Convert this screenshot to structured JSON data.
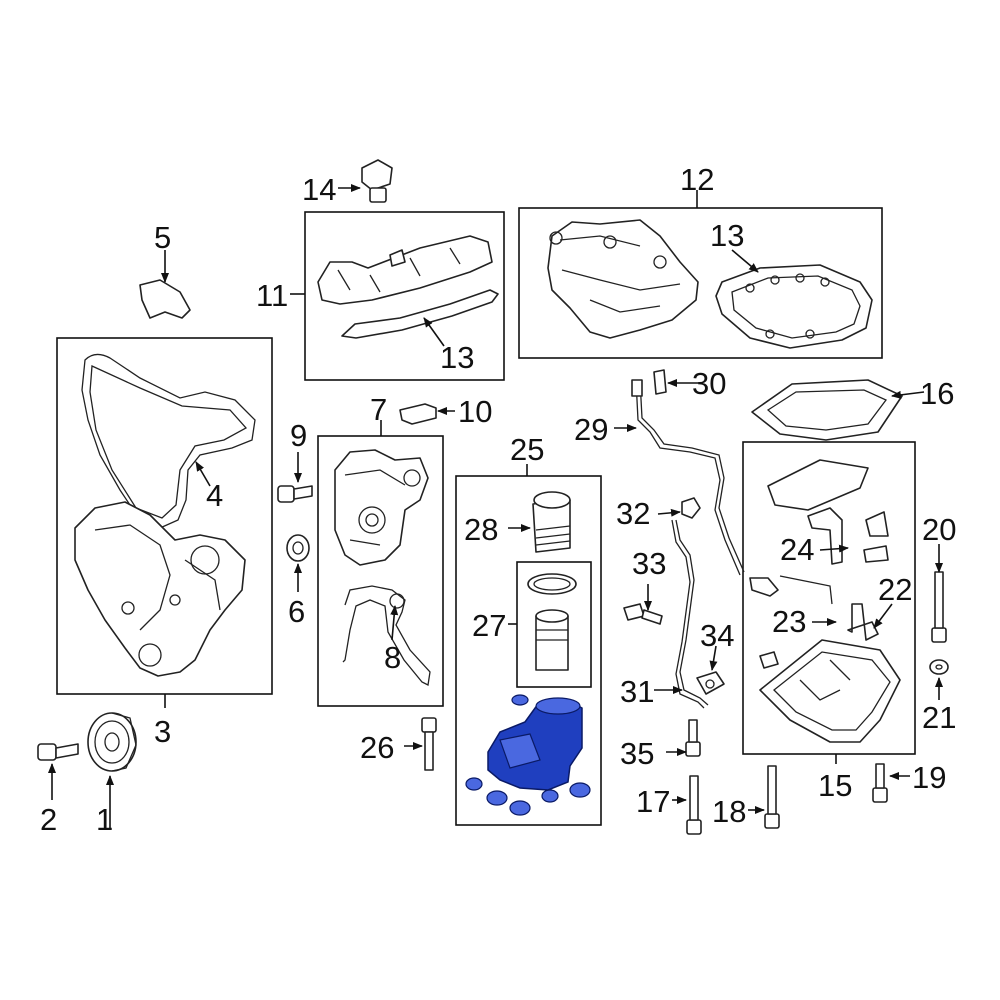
{
  "callouts": {
    "c1": "1",
    "c2": "2",
    "c3": "3",
    "c4": "4",
    "c5": "5",
    "c6": "6",
    "c7": "7",
    "c8": "8",
    "c9": "9",
    "c10": "10",
    "c11": "11",
    "c12": "12",
    "c13a": "13",
    "c13b": "13",
    "c14": "14",
    "c15": "15",
    "c16": "16",
    "c17": "17",
    "c18": "18",
    "c19": "19",
    "c20": "20",
    "c21": "21",
    "c22": "22",
    "c23": "23",
    "c24": "24",
    "c25": "25",
    "c26": "26",
    "c27": "27",
    "c28": "28",
    "c29": "29",
    "c30": "30",
    "c31": "31",
    "c32": "32",
    "c33": "33",
    "c34": "34",
    "c35": "35"
  },
  "colors": {
    "highlight": "#1f3fbf",
    "line": "#222222",
    "background": "#ffffff"
  }
}
